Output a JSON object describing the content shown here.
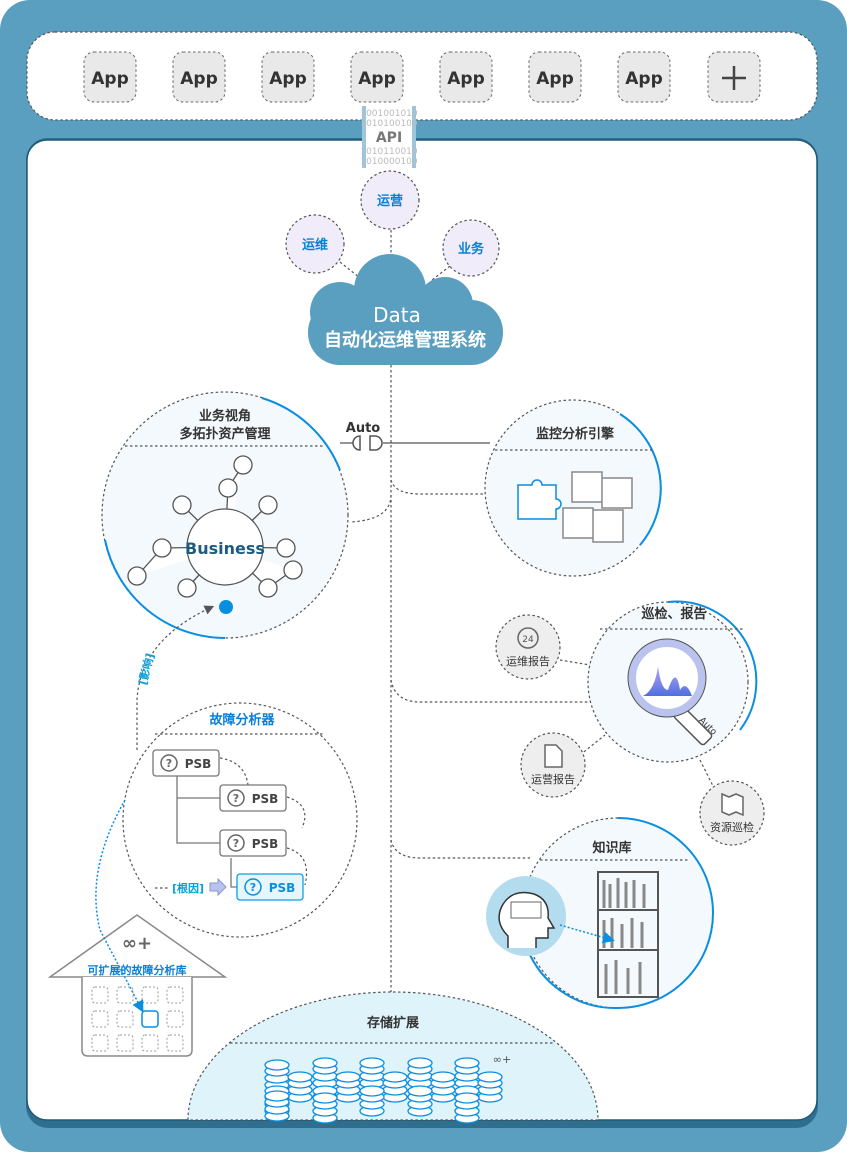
{
  "colors": {
    "frame": "#5a9fc0",
    "accent": "#0a8ee0",
    "panel": "#f3f9fd",
    "bubble": "#f0ecfa",
    "cloud": "#5a9fc0"
  },
  "apps": [
    "App",
    "App",
    "App",
    "App",
    "App",
    "App",
    "App"
  ],
  "add_icon": "plus-icon",
  "api": {
    "label": "API",
    "bits": [
      "1001001010",
      "1010100100",
      "1010110010",
      "1010000100"
    ]
  },
  "bubbles": {
    "ops": "运营",
    "maint": "运维",
    "business": "业务"
  },
  "cloud": {
    "line1": "Data",
    "line2": "自动化运维管理系统"
  },
  "business_view": {
    "title1": "业务视角",
    "title2": "多拓扑资产管理",
    "center": "Business"
  },
  "auto_label": "Auto",
  "monitor": {
    "title": "监控分析引擎"
  },
  "inspection": {
    "title": "巡检、报告",
    "lens_label": "Auto",
    "satellites": [
      "运维报告",
      "运营报告",
      "资源巡检"
    ]
  },
  "impact_label": "[影响]",
  "fault": {
    "title": "故障分析器",
    "nodes": [
      "PSB",
      "PSB",
      "PSB",
      "PSB"
    ],
    "root_label": "[根因]"
  },
  "library": {
    "symbol": "∞+",
    "title": "可扩展的故障分析库"
  },
  "knowledge": {
    "title": "知识库"
  },
  "storage": {
    "title": "存储扩展",
    "symbol": "∞+"
  }
}
